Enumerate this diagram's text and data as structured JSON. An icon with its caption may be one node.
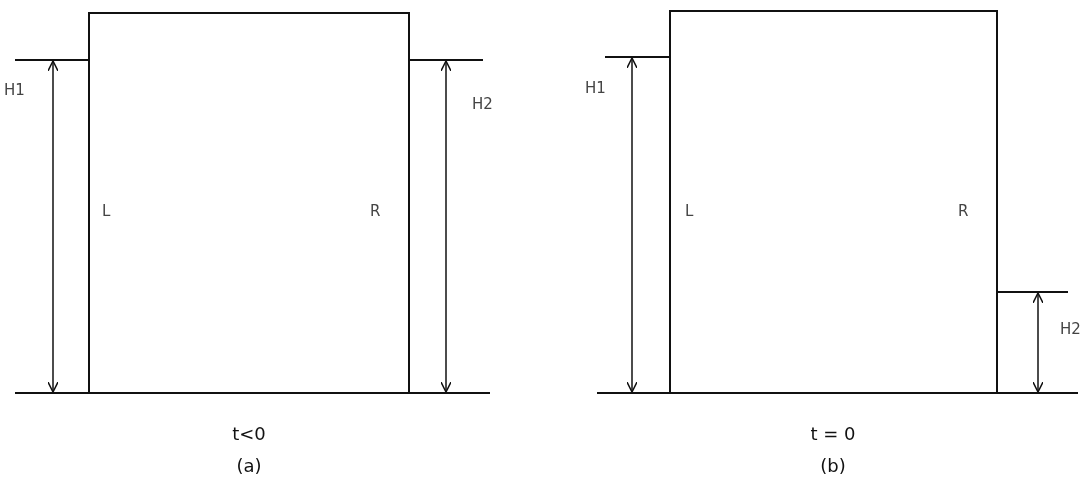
{
  "diagram": {
    "nodes": [
      {
        "text": [
          "L",
          "R"
        ]
      },
      {
        "text": [
          "L",
          "R"
        ]
      }
    ],
    "labels": [
      "H1",
      "H2",
      "t<0",
      "(a)",
      "H1",
      "H2",
      "t = 0",
      "(b)"
    ]
  }
}
